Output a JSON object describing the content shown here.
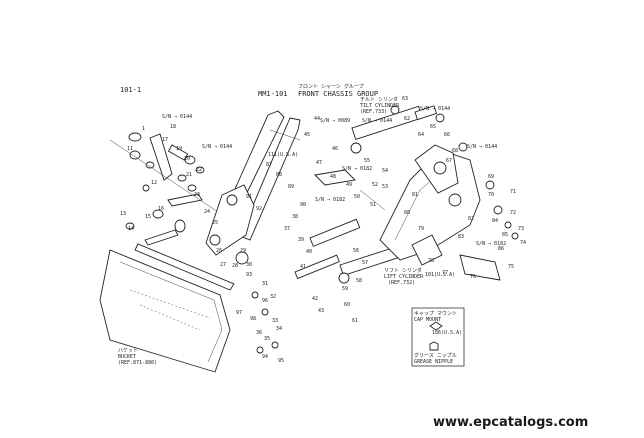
{
  "page_code": "101-1",
  "header": {
    "code": "MM1-101",
    "title_jp": "フロント シャーシ グループ",
    "title": "FRONT CHASSIS GROUP"
  },
  "callouts": {
    "sn0144_a": "S/N → 0144",
    "sn0144_b": "S/N → 0144",
    "sn0144_c": "S/N → 0144",
    "sn0144_d": "S/N → 0144",
    "sn0144_e": "S/N → 0144",
    "sn0089": "S/N → 0089",
    "sn0182_a": "S/N → 0182",
    "sn0182_b": "S/N → 0182",
    "sn0182_c": "S/N → 0182",
    "usa_111": "111(U.S.A)",
    "usa_101": "101(U.S.A)",
    "usa_106": "106(U.S.A)"
  },
  "components": {
    "tilt_jp": "チルト シリンダ",
    "tilt": "TILT CYLINDER",
    "tilt_ref": "(REF.733)",
    "lift_jp": "リフト シリンダ",
    "lift": "LIFT CYLINDER",
    "lift_ref": "(REF.732)",
    "bucket_jp": "バケット",
    "bucket": "BUCKET",
    "bucket_ref": "(REF.871-880)",
    "cap_jp": "キャップ マウント",
    "cap": "CAP MOUNT",
    "grease_jp": "グリース ニップル",
    "grease": "GREASE NIPPLE"
  },
  "part_numbers": [
    "1",
    "11",
    "12",
    "13",
    "14",
    "15",
    "16",
    "17",
    "18",
    "19",
    "20",
    "21",
    "22",
    "23",
    "24",
    "25",
    "26",
    "27",
    "28",
    "29",
    "30",
    "31",
    "32",
    "33",
    "34",
    "35",
    "36",
    "37",
    "38",
    "39",
    "40",
    "41",
    "42",
    "43",
    "44",
    "45",
    "46",
    "47",
    "48",
    "49",
    "50",
    "51",
    "52",
    "53",
    "54",
    "55",
    "56",
    "57",
    "58",
    "59",
    "60",
    "61",
    "62",
    "63",
    "64",
    "65",
    "66",
    "67",
    "68",
    "69",
    "70",
    "71",
    "72",
    "73",
    "74",
    "75",
    "76",
    "77",
    "78",
    "79",
    "80",
    "81",
    "82",
    "83",
    "84",
    "85",
    "86",
    "87",
    "88",
    "89",
    "90",
    "91",
    "92",
    "93",
    "94",
    "95",
    "96",
    "97",
    "98"
  ],
  "watermark": "www.epcatalogs.com"
}
